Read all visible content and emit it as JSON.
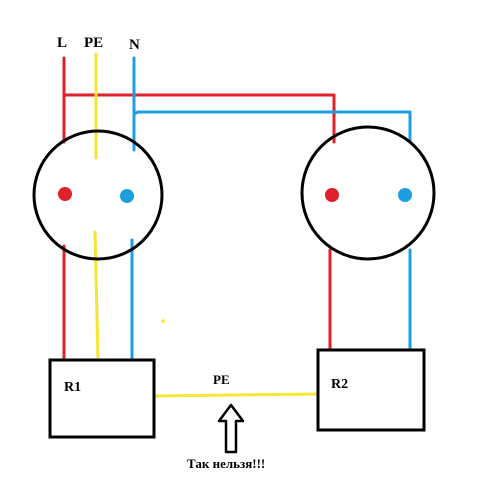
{
  "labels": {
    "line": "L",
    "protective_earth_top": "PE",
    "neutral": "N",
    "box1": "R1",
    "box2": "R2",
    "pe_link": "PE",
    "warning": "Так нельзя!!!"
  },
  "colors": {
    "line_wire": "#e0202a",
    "pe_wire": "#f5e633",
    "neutral_wire": "#1e9ee0",
    "outline": "#000000"
  }
}
